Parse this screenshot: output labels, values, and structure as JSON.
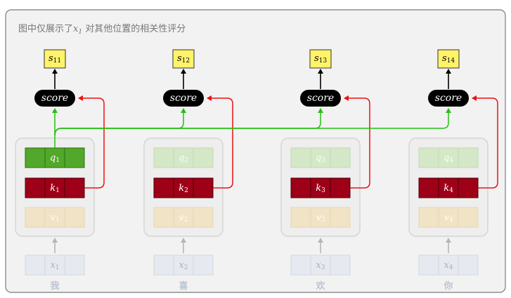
{
  "caption": {
    "prefix": "图中仅展示了",
    "math_var": "x",
    "math_sub": "1",
    "suffix": " 对其他位置的相关性评分"
  },
  "score_label": "score",
  "columns": [
    {
      "word": "我",
      "x_label": "x",
      "idx": "1",
      "q_label": "q",
      "k_label": "k",
      "v_label": "v",
      "s_label": "s",
      "s_sub": "11",
      "q_active": true
    },
    {
      "word": "喜",
      "x_label": "x",
      "idx": "2",
      "q_label": "q",
      "k_label": "k",
      "v_label": "v",
      "s_label": "s",
      "s_sub": "12",
      "q_active": false
    },
    {
      "word": "欢",
      "x_label": "x",
      "idx": "3",
      "q_label": "q",
      "k_label": "k",
      "v_label": "v",
      "s_label": "s",
      "s_sub": "13",
      "q_active": false
    },
    {
      "word": "你",
      "x_label": "x",
      "idx": "4",
      "q_label": "q",
      "k_label": "k",
      "v_label": "v",
      "s_label": "s",
      "s_sub": "14",
      "q_active": false
    }
  ],
  "colors": {
    "q_active_fill": "#52a82a",
    "q_active_border": "#2f6e12",
    "q_inactive_fill": "#d4e8c8",
    "k_fill": "#9e0017",
    "k_border": "#4a0008",
    "v_fill": "#f0e3c6",
    "x_fill": "#e6e9ef",
    "green_arrow": "#22c010",
    "red_arrow": "#ee1010",
    "up_arrow": "#b5b5b5"
  }
}
